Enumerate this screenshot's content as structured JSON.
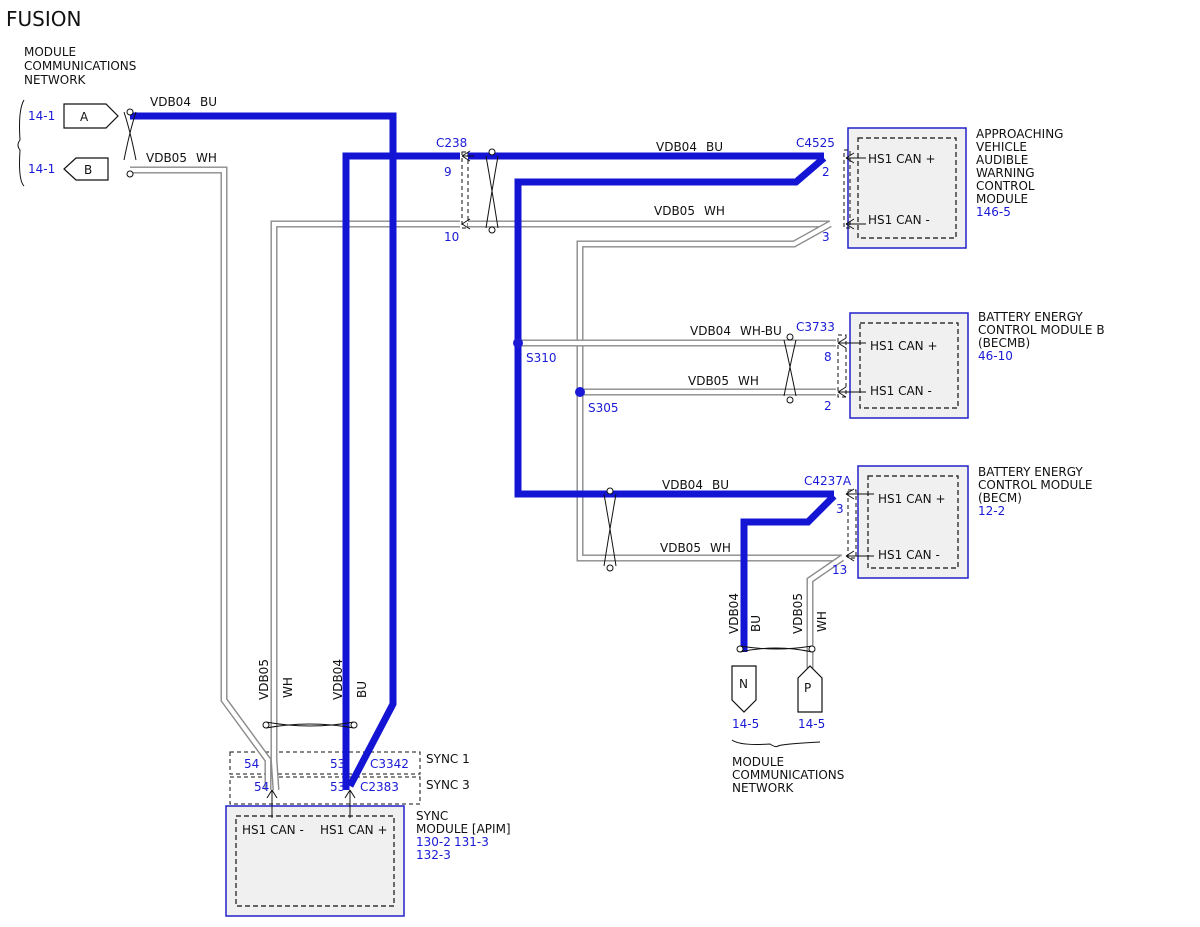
{
  "title": "FUSION",
  "colors": {
    "bu_wire": "#1414d4",
    "wh_wire": "#ffffff",
    "ref_text": "#1a1ad6",
    "module_fill": "#f0f0f0"
  },
  "network_top": {
    "label_line1": "MODULE",
    "label_line2": "COMMUNICATIONS",
    "label_line3": "NETWORK",
    "conn_a": "A",
    "conn_b": "B",
    "ref_a": "14-1",
    "ref_b": "14-1"
  },
  "wires": {
    "vdb04": "VDB04",
    "vdb05": "VDB05",
    "bu": "BU",
    "wh": "WH",
    "wh_bu": "WH-BU"
  },
  "connectors": {
    "c238": "C238",
    "c238_pin9": "9",
    "c238_pin10": "10",
    "c4525": "C4525",
    "c4525_pin2": "2",
    "c4525_pin3": "3",
    "c3733": "C3733",
    "c3733_pin8": "8",
    "c3733_pin2": "2",
    "c4237a": "C4237A",
    "c4237a_pin3": "3",
    "c4237a_pin13": "13",
    "c3342": "C3342",
    "c2383": "C2383",
    "pin54a": "54",
    "pin53a": "53",
    "pin54b": "54",
    "pin53b": "53"
  },
  "splices": {
    "s310": "S310",
    "s305": "S305"
  },
  "sync_labels": {
    "sync1": "SYNC 1",
    "sync3": "SYNC 3"
  },
  "modules": {
    "avas": {
      "pin_hi": "HS1 CAN +",
      "pin_lo": "HS1 CAN -",
      "name_line1": "APPROACHING",
      "name_line2": "VEHICLE",
      "name_line3": "AUDIBLE",
      "name_line4": "WARNING",
      "name_line5": "CONTROL",
      "name_line6": "MODULE",
      "ref": "146-5"
    },
    "becmb": {
      "pin_hi": "HS1 CAN +",
      "pin_lo": "HS1 CAN -",
      "name_line1": "BATTERY ENERGY",
      "name_line2": "CONTROL MODULE B",
      "name_line3": "(BECMB)",
      "ref": "46-10"
    },
    "becm": {
      "pin_hi": "HS1 CAN +",
      "pin_lo": "HS1 CAN -",
      "name_line1": "BATTERY ENERGY",
      "name_line2": "CONTROL MODULE",
      "name_line3": "(BECM)",
      "ref": "12-2"
    },
    "sync": {
      "pin_lo": "HS1 CAN -",
      "pin_hi": "HS1 CAN +",
      "name_line1": "SYNC",
      "name_line2": "MODULE [APIM]",
      "ref1": "130-2",
      "ref2": "131-3",
      "ref3": "132-3"
    }
  },
  "network_bottom": {
    "conn_n": "N",
    "conn_p": "P",
    "ref_n": "14-5",
    "ref_p": "14-5",
    "label_line1": "MODULE",
    "label_line2": "COMMUNICATIONS",
    "label_line3": "NETWORK"
  }
}
